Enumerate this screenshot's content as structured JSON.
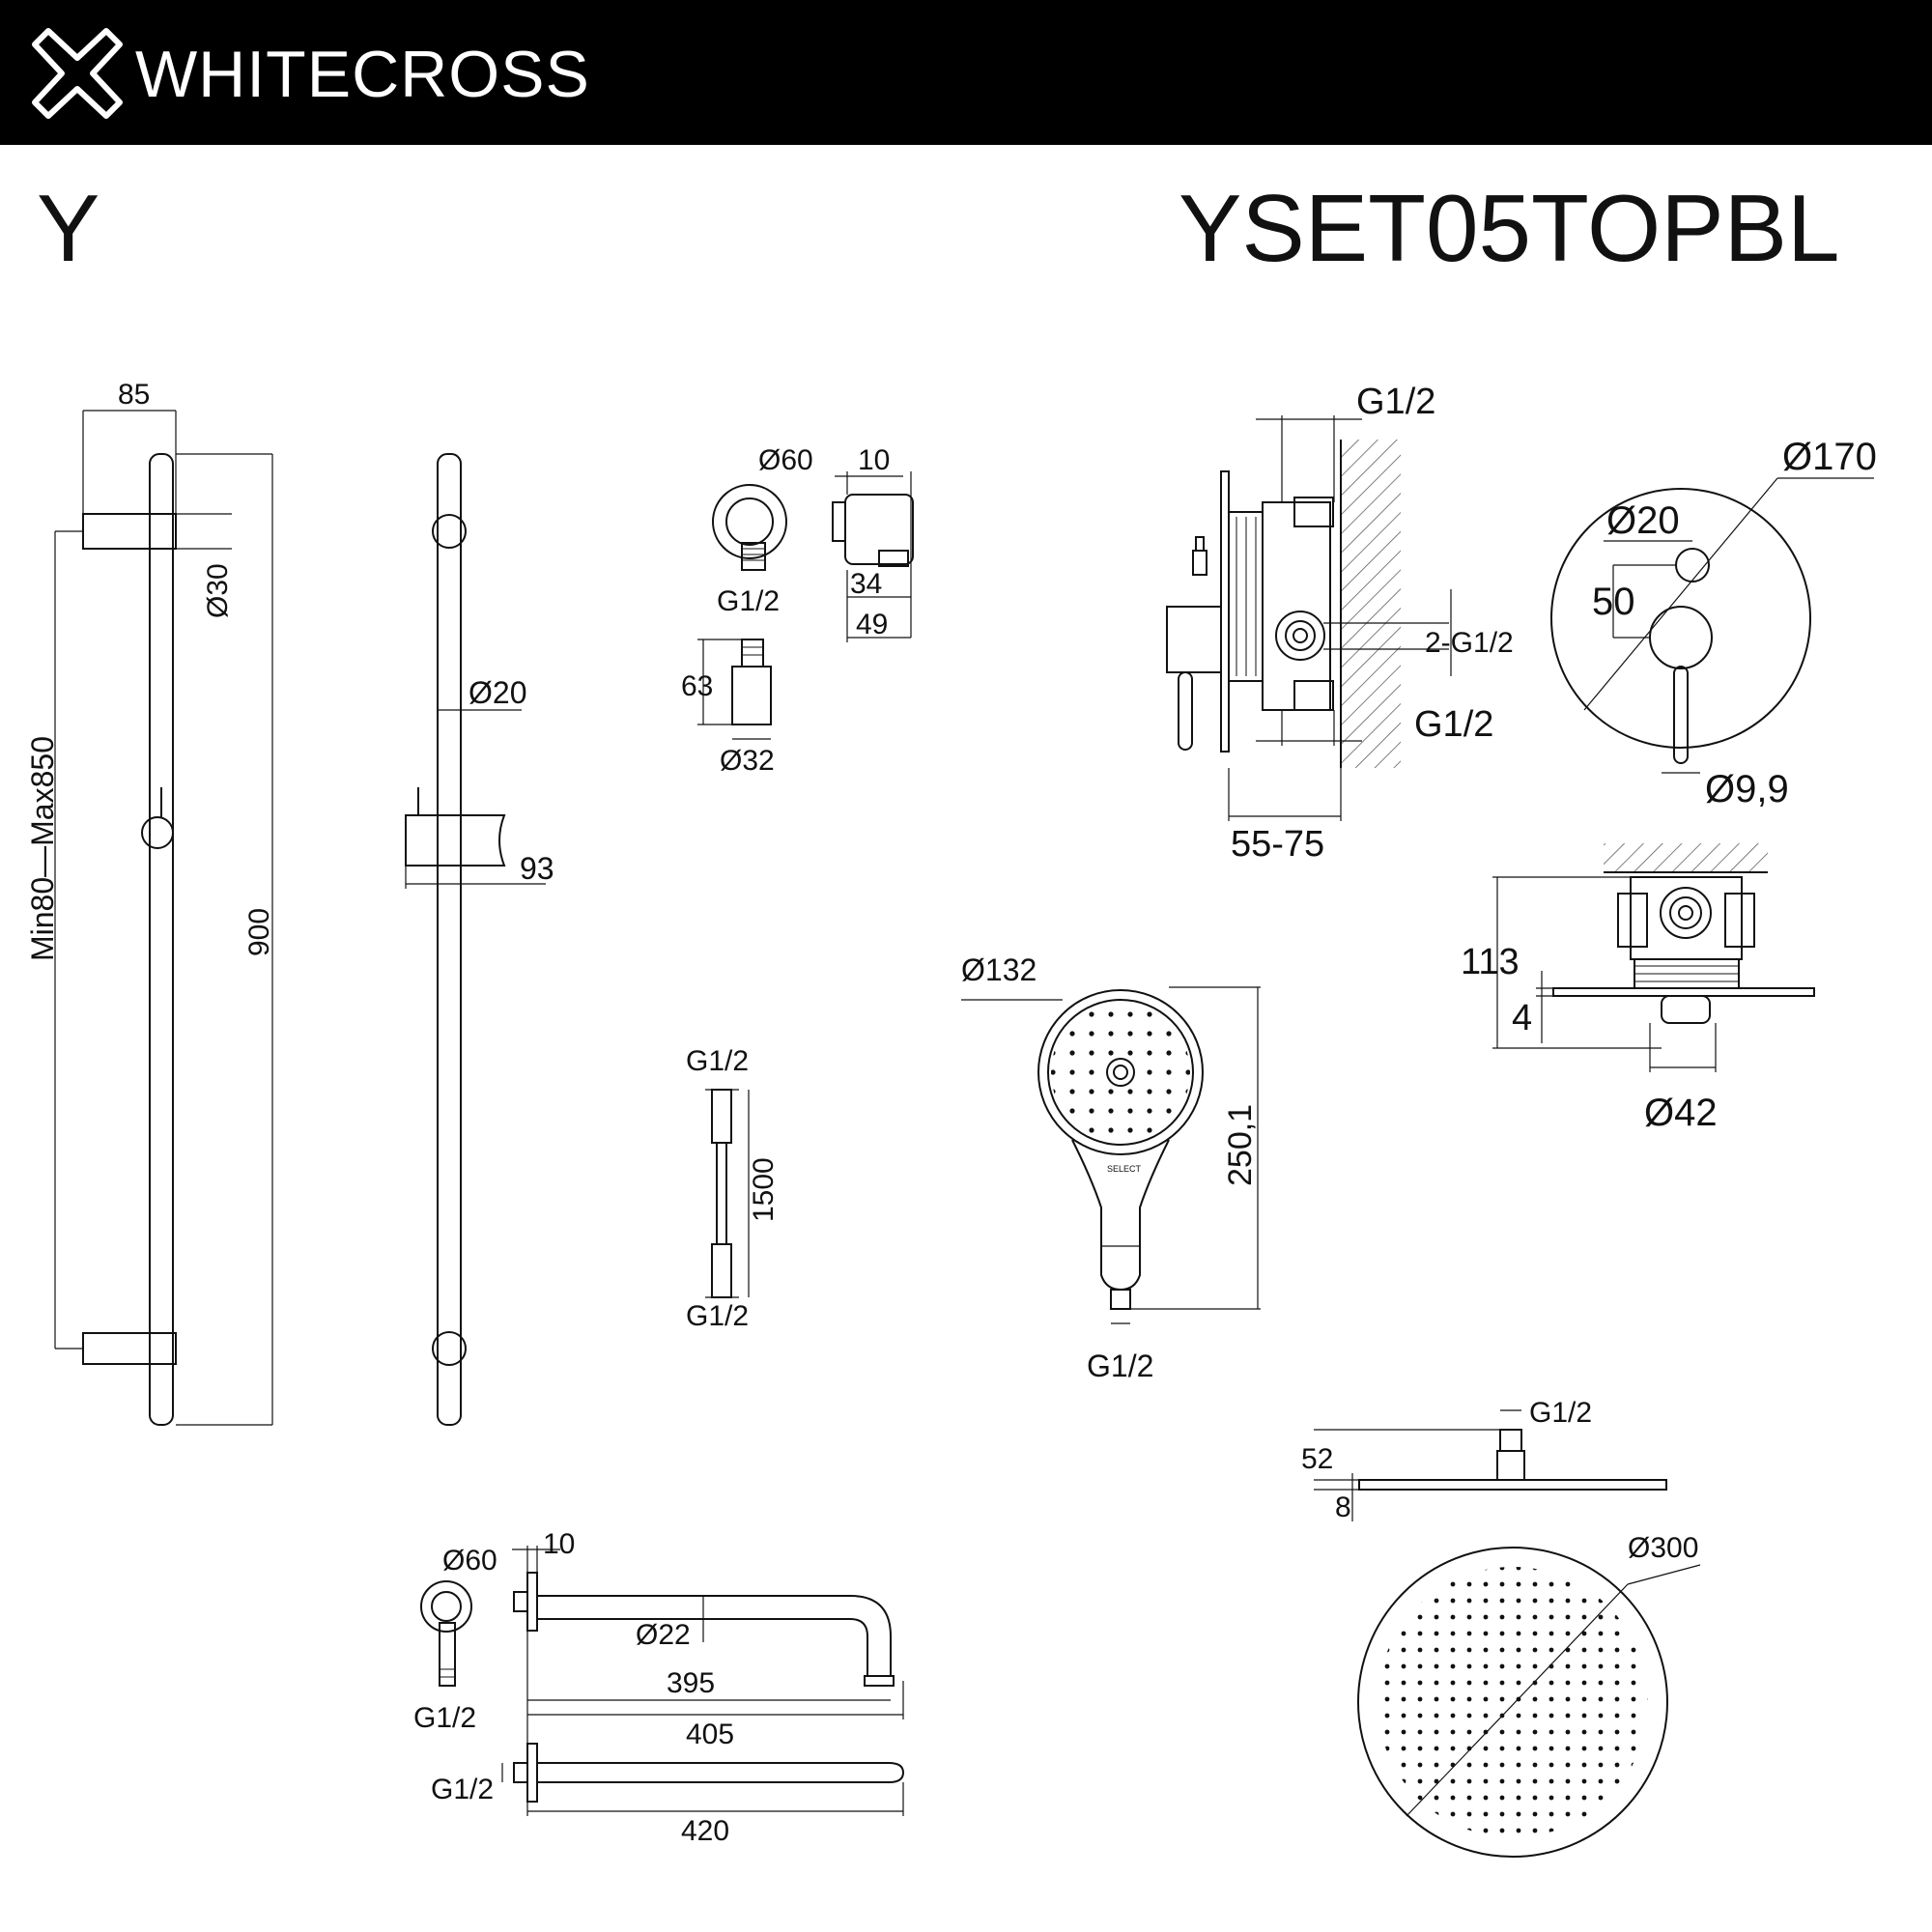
{
  "header": {
    "brand": "WHITECROSS",
    "series": "Y",
    "model": "YSET05TOPBL"
  },
  "dimensions": {
    "rail_width": "85",
    "rail_bracket_diameter": "Ø30",
    "rail_adjust_range": "Min80—Max850",
    "rail_length": "900",
    "rail_diameter": "Ø20",
    "holder_depth": "93",
    "outlet_diameter": "Ø60",
    "outlet_flange": "10",
    "outlet_depth": "34",
    "outlet_total": "49",
    "outlet_thread": "G1/2",
    "outlet_pipe_length": "63",
    "outlet_pipe_diameter": "Ø32",
    "hose_thread_top": "G1/2",
    "hose_length": "1500",
    "hose_thread_bottom": "G1/2",
    "handshower_diameter": "Ø132",
    "handshower_length": "250,1",
    "handshower_thread": "G1/2",
    "handshower_label": "SELECT",
    "valve_inlet_top": "G1/2",
    "valve_outlets": "2-G1/2",
    "valve_inlet_bottom": "G1/2",
    "valve_depth": "55-75",
    "plate_diameter": "Ø170",
    "diverter_diameter": "Ø20",
    "diverter_offset": "50",
    "handle_diameter": "Ø9,9",
    "body_height": "113",
    "plate_thickness": "4",
    "body_diameter": "Ø42",
    "arm_flange_diameter": "Ø60",
    "arm_flange": "10",
    "arm_diameter": "Ø22",
    "arm_thread": "G1/2",
    "arm_reach": "395",
    "arm_length": "405",
    "spout_thread": "G1/2",
    "spout_length": "420",
    "head_thread": "G1/2",
    "head_height": "52",
    "head_thickness": "8",
    "head_diameter": "Ø300"
  }
}
